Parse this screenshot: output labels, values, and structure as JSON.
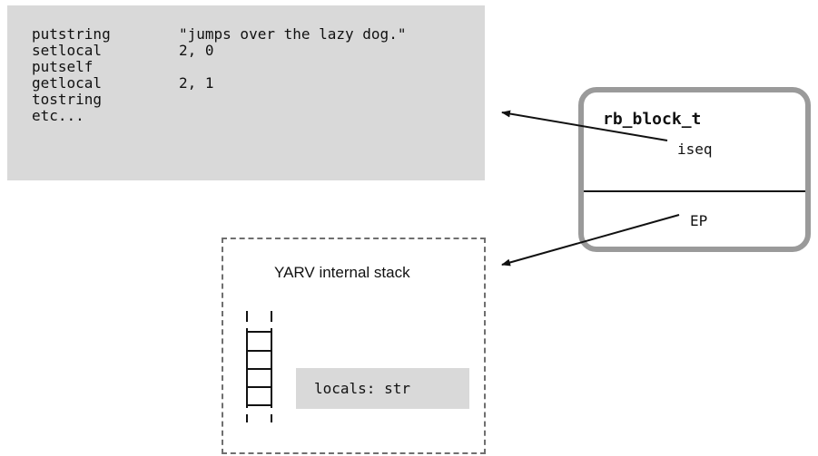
{
  "instructions": [
    {
      "op": "putstring",
      "arg": "\"jumps over the lazy dog.\""
    },
    {
      "op": "setlocal",
      "arg": "2, 0"
    },
    {
      "op": "putself",
      "arg": ""
    },
    {
      "op": "getlocal",
      "arg": "2, 1"
    },
    {
      "op": "tostring",
      "arg": ""
    },
    {
      "op": "etc...",
      "arg": ""
    }
  ],
  "block_struct": {
    "title": "rb_block_t",
    "iseq_field": "iseq",
    "ep_field": "EP"
  },
  "stack": {
    "title": "YARV internal stack",
    "locals_label": "locals: str"
  },
  "colors": {
    "gray_fill": "#d9d9d9",
    "struct_border": "#9a9a9a",
    "dashed_border": "#6f6f6f",
    "ink": "#111111"
  }
}
